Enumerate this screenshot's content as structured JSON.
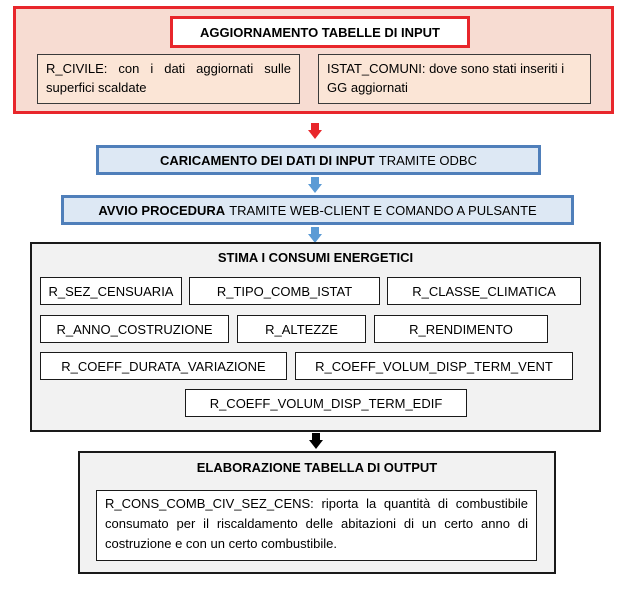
{
  "input_section": {
    "title": "AGGIORNAMENTO TABELLE DI INPUT",
    "boxes": [
      "R_CIVILE: con i dati aggiornati sulle superfici scaldate",
      "ISTAT_COMUNI: dove sono stati inseriti i GG aggiornati"
    ]
  },
  "steps": {
    "loading": {
      "bold": "CARICAMENTO DEI DATI DI INPUT",
      "rest": "TRAMITE ODBC"
    },
    "launch": {
      "bold": "AVVIO PROCEDURA",
      "rest": "TRAMITE WEB-CLIENT E COMANDO A PULSANTE"
    }
  },
  "estimate_section": {
    "title": "STIMA I CONSUMI ENERGETICI",
    "tags": [
      "R_SEZ_CENSUARIA",
      "R_TIPO_COMB_ISTAT",
      "R_CLASSE_CLIMATICA",
      "R_ANNO_COSTRUZIONE",
      "R_ALTEZZE",
      "R_RENDIMENTO",
      "R_COEFF_DURATA_VARIAZIONE",
      "R_COEFF_VOLUM_DISP_TERM_VENT",
      "R_COEFF_VOLUM_DISP_TERM_EDIF"
    ]
  },
  "output_section": {
    "title": "ELABORAZIONE TABELLA DI OUTPUT",
    "text": "R_CONS_COMB_CIV_SEZ_CENS: riporta la quantità di combustibile consumato per il riscaldamento delle abitazioni di un certo anno di costruzione e con un certo combustibile."
  },
  "colors": {
    "input_border": "#e8262b",
    "input_fill": "#f7dcd2",
    "step_border": "#4f7fba",
    "step_fill": "#dde8f4",
    "arrow_red": "#e8262b",
    "arrow_blue": "#5b9bd5",
    "arrow_black": "#000000"
  }
}
